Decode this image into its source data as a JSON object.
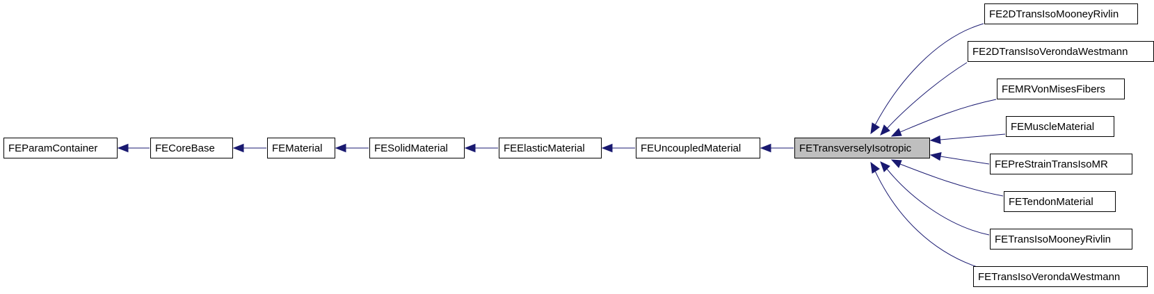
{
  "colors": {
    "edge": "#191970",
    "node_border": "#000000",
    "node_fill": "#ffffff",
    "current_node_fill": "#bfbfbf"
  },
  "nodes": {
    "fe_param_container": "FEParamContainer",
    "fe_core_base": "FECoreBase",
    "fe_material": "FEMaterial",
    "fe_solid_material": "FESolidMaterial",
    "fe_elastic_material": "FEElasticMaterial",
    "fe_uncoupled_material": "FEUncoupledMaterial",
    "fe_transversely_isotropic": "FETransverselyIsotropic",
    "fe2d_trans_iso_mooney_rivlin": "FE2DTransIsoMooneyRivlin",
    "fe2d_trans_iso_veronda_westmann": "FE2DTransIsoVerondaWestmann",
    "femr_von_mises_fibers": "FEMRVonMisesFibers",
    "fe_muscle_material": "FEMuscleMaterial",
    "fe_pre_strain_trans_iso_mr": "FEPreStrainTransIsoMR",
    "fe_tendon_material": "FETendonMaterial",
    "fe_trans_iso_mooney_rivlin": "FETransIsoMooneyRivlin",
    "fe_trans_iso_veronda_westmann": "FETransIsoVerondaWestmann"
  }
}
